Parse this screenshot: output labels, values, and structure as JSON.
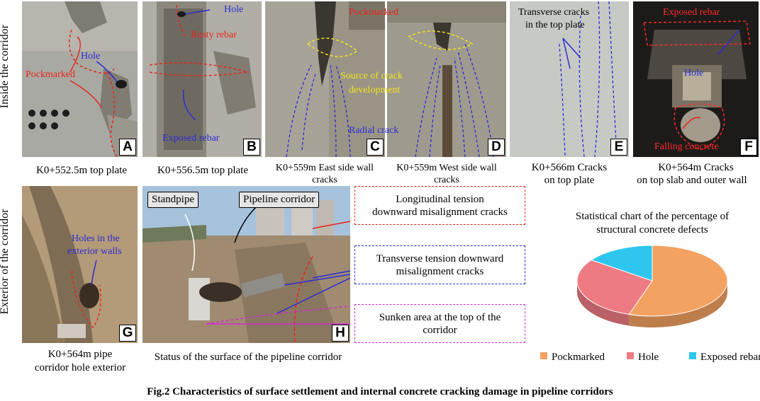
{
  "row_labels": {
    "inside": "Inside the corridor",
    "exterior": "Exterior of the corridor"
  },
  "panels": {
    "A": {
      "letter": "A",
      "caption": "K0+552.5m top plate",
      "annotations": {
        "pockmarked": "Pockmarked",
        "hole": "Hole"
      }
    },
    "B": {
      "letter": "B",
      "caption": "K0+556.5m top plate",
      "annotations": {
        "hole": "Hole",
        "rusty_rebar": "Rusty rebar",
        "exposed_rebar": "Exposed rebar"
      }
    },
    "C": {
      "letter": "C",
      "caption_line1": "K0+559m East side wall",
      "caption_line2": "cracks"
    },
    "D": {
      "letter": "D",
      "caption_line1": "K0+559m West side wall",
      "caption_line2": "cracks"
    },
    "CD_annotations": {
      "pockmarked": "Pockmarked",
      "source_line1": "Source of crack",
      "source_line2": "development",
      "radial": "Radial crack"
    },
    "E": {
      "letter": "E",
      "caption_line1": "K0+566m Cracks",
      "caption_line2": "on top plate",
      "annotations": {
        "line1": "Transverse cracks",
        "line2": "in the top plate"
      }
    },
    "F": {
      "letter": "F",
      "caption_line1": "K0+564m Cracks",
      "caption_line2": "on top slab and outer wall",
      "annotations": {
        "exposed_rebar": "Exposed rebar",
        "hole": "Hole",
        "falling": "Falling concrete"
      }
    },
    "G": {
      "letter": "G",
      "caption_line1": "K0+564m pipe",
      "caption_line2": "corridor hole exterior",
      "annotations": {
        "line1": "Holes in the",
        "line2": "exterior walls"
      }
    },
    "H": {
      "letter": "H",
      "caption": "Status of the surface of the pipeline corridor",
      "tags": {
        "standpipe": "Standpipe",
        "corridor": "Pipeline corridor"
      }
    }
  },
  "callouts": {
    "longitudinal_line1": "Longitudinal tension",
    "longitudinal_line2": "downward misalignment cracks",
    "transverse_line1": "Transverse tension downward",
    "transverse_line2": "misalignment cracks",
    "sunken_line1": "Sunken area at the top of the",
    "sunken_line2": "corridor"
  },
  "colors": {
    "pockmarked": "#f4a261",
    "hole": "#ee7b83",
    "exposed_rebar": "#2ec6ee",
    "red_callout": "#e8261b",
    "blue_callout": "#2a2bd6",
    "magenta_callout": "#d42ad4"
  },
  "chart_data": {
    "type": "pie",
    "title_line1": "Statistical chart of the percentage of",
    "title_line2": "structural concrete defects",
    "categories": [
      "Pockmarked",
      "Hole",
      "Exposed rebar"
    ],
    "values": [
      55,
      30,
      15
    ],
    "legend": "bottom"
  },
  "figure_caption": "Fig.2  Characteristics of surface settlement and internal concrete cracking damage in pipeline corridors"
}
